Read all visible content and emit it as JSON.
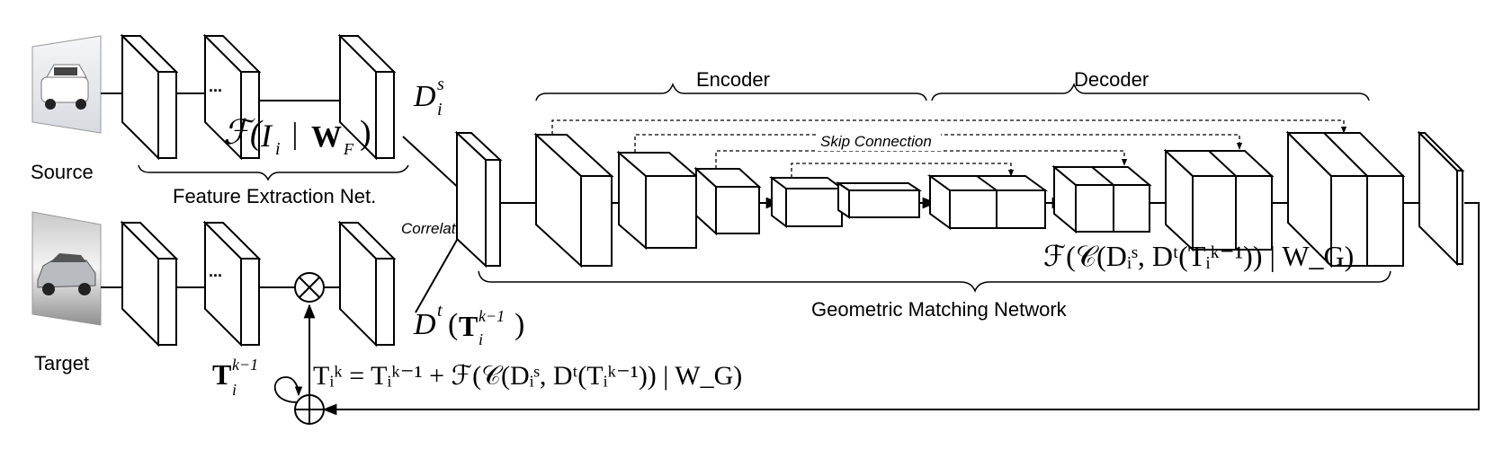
{
  "labels": {
    "source": "Source",
    "target": "Target",
    "feature_extraction": "Feature Extraction Net.",
    "correlation": "Correlation",
    "encoder": "Encoder",
    "decoder": "Decoder",
    "skip_connection": "Skip Connection",
    "geometric_matching": "Geometric Matching Network",
    "ellipsis": "..."
  },
  "math": {
    "ds_main": "D",
    "ds_sup": "s",
    "ds_sub": "i",
    "feature_f": "ℱ(",
    "feature_i": "I",
    "feature_i_sub": "i",
    "feature_bar": " | ",
    "feature_w": "W",
    "feature_w_sub": "F",
    "feature_close": ")",
    "dt_main": "D",
    "dt_sup": "t",
    "dt_paren": "(",
    "dt_T": "T",
    "dt_T_sub": "i",
    "dt_T_sup": "k−1",
    "dt_close": ")",
    "tprev_T": "T",
    "tprev_sub": "i",
    "tprev_sup": "k−1",
    "update": "Tᵢᵏ = Tᵢᵏ⁻¹ + ℱ(𝒞(Dᵢˢ, Dᵗ(Tᵢᵏ⁻¹)) | W_G)",
    "gm_formula": "ℱ(𝒞(Dᵢˢ, Dᵗ(Tᵢᵏ⁻¹)) | W_G)"
  },
  "colors": {
    "stroke": "#000000",
    "image_bg_top": "#e8eaec",
    "image_bg_bottom": "#9a9a9a"
  }
}
